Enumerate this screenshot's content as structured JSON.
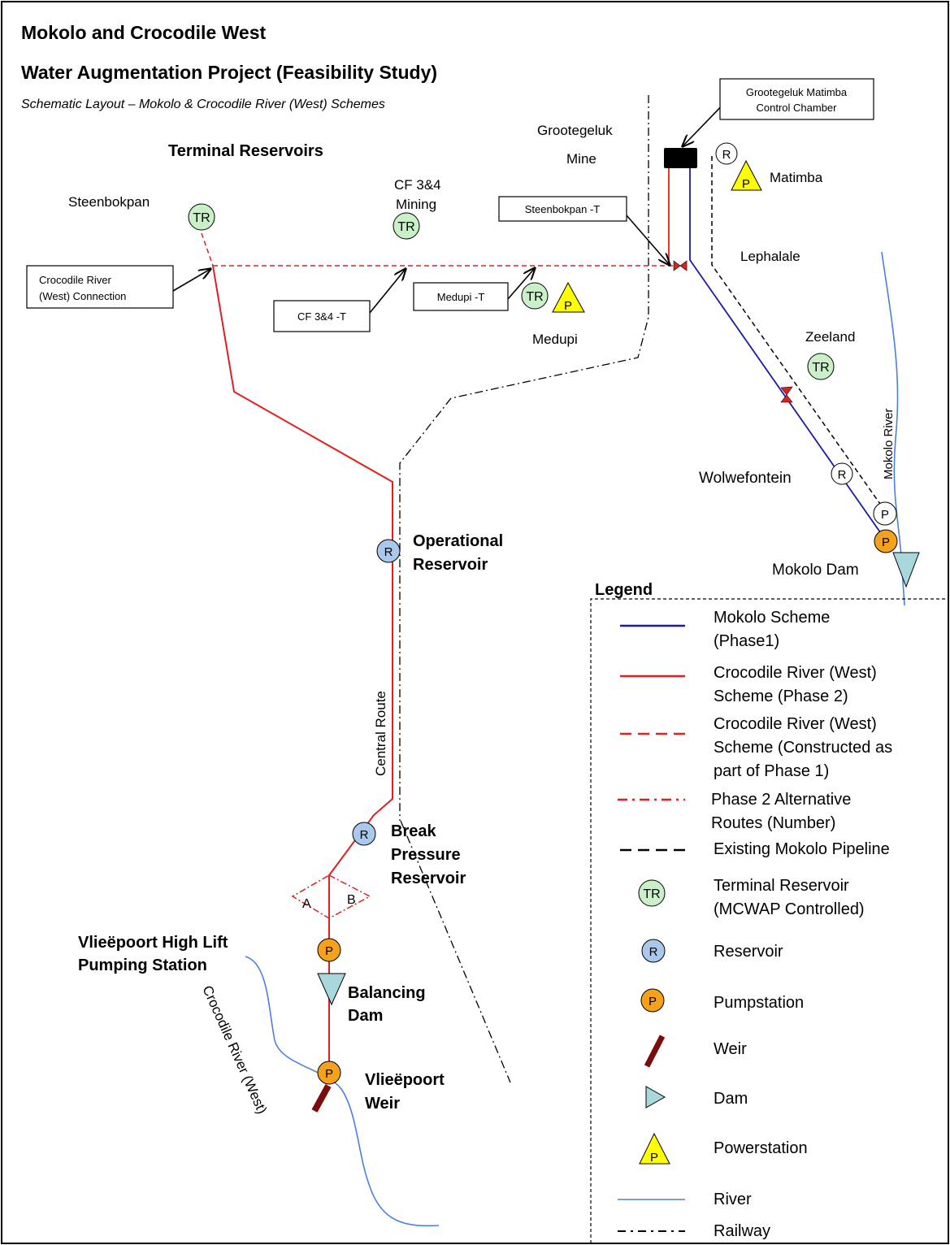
{
  "header": {
    "title_line1": "Mokolo and Crocodile West",
    "title_line2": "Water Augmentation Project (Feasibility Study)",
    "subtitle": "Schematic Layout – Mokolo & Crocodile River (West) Schemes"
  },
  "section_heading": "Terminal Reservoirs",
  "places": {
    "steenbokpan": "Steenbokpan",
    "cf34_line1": "CF 3&4",
    "cf34_line2": "Mining",
    "grootegeluk_line1": "Grootegeluk",
    "grootegeluk_line2": "Mine",
    "matimba": "Matimba",
    "lephalale": "Lephalale",
    "medupi": "Medupi",
    "zeeland": "Zeeland",
    "wolwefontein": "Wolwefontein",
    "mokolo_dam": "Mokolo Dam",
    "mokolo_river": "Mokolo River",
    "central_route": "Central Route",
    "crocodile_river": "Crocodile River (West)",
    "operational_reservoir_line1": "Operational",
    "operational_reservoir_line2": "Reservoir",
    "break_pressure_line1": "Break",
    "break_pressure_line2": "Pressure",
    "break_pressure_line3": "Reservoir",
    "route_a": "A",
    "route_b": "B",
    "vlieepoort_hlps_line1": "Vlieëpoort High Lift",
    "vlieepoort_hlps_line2": "Pumping Station",
    "balancing_dam_line1": "Balancing",
    "balancing_dam_line2": "Dam",
    "vlieepoort_weir_line1": "Vlieëpoort",
    "vlieepoort_weir_line2": "Weir"
  },
  "callouts": {
    "control_chamber_line1": "Grootegeluk Matimba",
    "control_chamber_line2": "Control Chamber",
    "steenbokpan_t": "Steenbokpan -T",
    "crocodile_connection_line1": "Crocodile River",
    "crocodile_connection_line2": "(West) Connection",
    "cf34_t": "CF 3&4 -T",
    "medupi_t": "Medupi -T"
  },
  "symbols": {
    "terminal_reservoir": "TR",
    "reservoir": "R",
    "pumpstation": "P",
    "powerstation": "P"
  },
  "legend": {
    "title": "Legend",
    "items": [
      {
        "line1": "Mokolo Scheme",
        "line2": "(Phase1)",
        "line3": ""
      },
      {
        "line1": "Crocodile River (West)",
        "line2": "Scheme (Phase 2)",
        "line3": ""
      },
      {
        "line1": "Crocodile River (West)",
        "line2": "Scheme (Constructed as",
        "line3": "part of Phase 1)"
      },
      {
        "line1": "Phase 2 Alternative",
        "line2": "Routes (Number)",
        "line3": ""
      },
      {
        "line1": "Existing Mokolo Pipeline",
        "line2": "",
        "line3": ""
      },
      {
        "line1": "Terminal Reservoir",
        "line2": "(MCWAP Controlled)",
        "line3": ""
      },
      {
        "line1": "Reservoir",
        "line2": "",
        "line3": ""
      },
      {
        "line1": "Pumpstation",
        "line2": "",
        "line3": ""
      },
      {
        "line1": "Weir",
        "line2": "",
        "line3": ""
      },
      {
        "line1": "Dam",
        "line2": "",
        "line3": ""
      },
      {
        "line1": "Powerstation",
        "line2": "",
        "line3": ""
      },
      {
        "line1": "River",
        "line2": "",
        "line3": ""
      },
      {
        "line1": "Railway",
        "line2": "",
        "line3": ""
      }
    ]
  },
  "colors": {
    "mokolo_scheme": "#1a1aa8",
    "crocodile_scheme": "#e02020",
    "river": "#4a7fe0",
    "terminal_reservoir_fill": "#c9f0c9",
    "reservoir_fill": "#a9c8ec",
    "pumpstation_fill": "#f5a11c",
    "powerstation_fill": "#ffff00",
    "dam_fill": "#a8d8dc",
    "weir": "#7a0c0c",
    "control_chamber": "#000000",
    "valve": "#e02020"
  }
}
